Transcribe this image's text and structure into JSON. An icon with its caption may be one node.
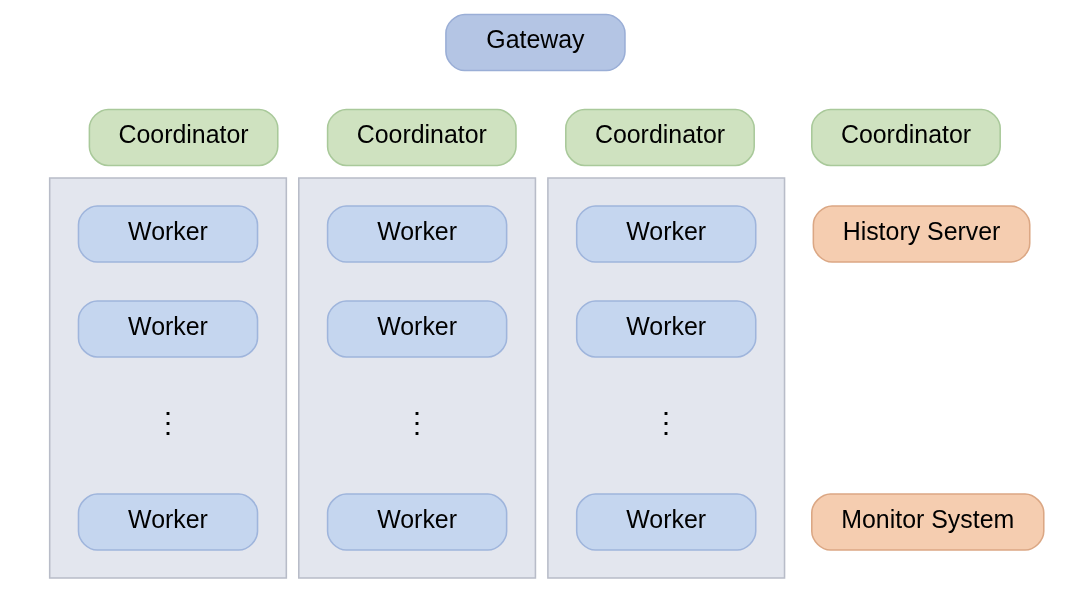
{
  "diagram": {
    "nodes": [
      {
        "text": [
          "Gateway"
        ]
      },
      {
        "text": [
          "Coordinator"
        ]
      },
      {
        "text": [
          "Coordinator"
        ]
      },
      {
        "text": [
          "Coordinator"
        ]
      },
      {
        "text": [
          "Coordinator"
        ]
      },
      {
        "text": [],
        "shape": "box"
      },
      {
        "text": [
          "Worker"
        ],
        "in": 5
      },
      {
        "text": [
          "Worker"
        ],
        "in": 5
      },
      {
        "text": [
          "Worker"
        ],
        "in": 5
      },
      {
        "text": [],
        "shape": "box"
      },
      {
        "text": [
          "Worker"
        ],
        "in": 9
      },
      {
        "text": [
          "Worker"
        ],
        "in": 9
      },
      {
        "text": [
          "Worker"
        ],
        "in": 9
      },
      {
        "text": [],
        "shape": "box"
      },
      {
        "text": [
          "Worker"
        ],
        "in": 13
      },
      {
        "text": [
          "Worker"
        ],
        "in": 13
      },
      {
        "text": [
          "Worker"
        ],
        "in": 13
      },
      {
        "text": [
          "History Server"
        ]
      },
      {
        "text": [
          "Monitor System"
        ]
      }
    ],
    "labels": [
      "⋮",
      "⋮",
      "⋮"
    ]
  }
}
